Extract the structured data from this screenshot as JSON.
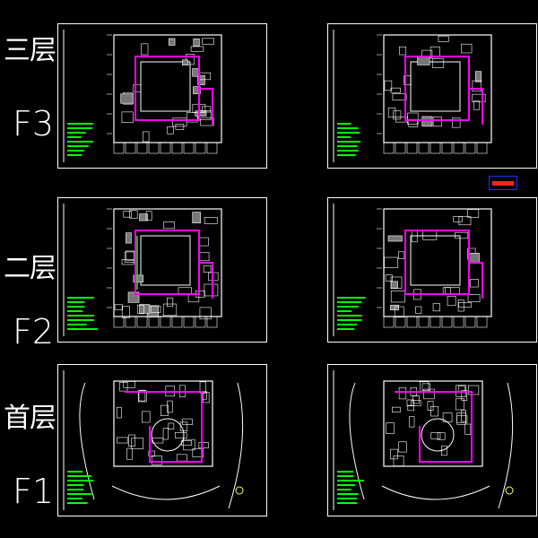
{
  "floors": [
    {
      "id": "f3",
      "cn_label": "三层",
      "code": "F3"
    },
    {
      "id": "f2",
      "cn_label": "二层",
      "code": "F2"
    },
    {
      "id": "f1",
      "cn_label": "首层",
      "code": "F1"
    }
  ],
  "colors": {
    "background": "#000000",
    "frame": "#ffffff",
    "walls": "#ffffff",
    "pipes": "#ff00ff",
    "notes": "#00ff00",
    "stamp_border": "#2a2aff",
    "stamp_fill": "#ff2020"
  }
}
